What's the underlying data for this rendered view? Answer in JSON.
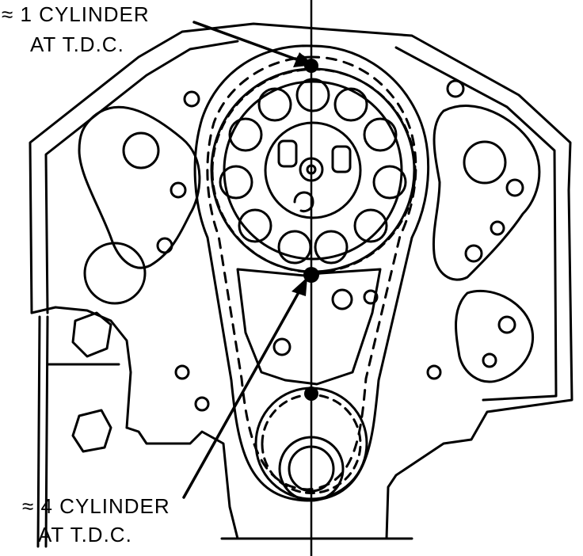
{
  "labels": {
    "top_line1": "≈ 1 CYLINDER",
    "top_line2": "AT T.D.C.",
    "bottom_line1": "≈ 4 CYLINDER",
    "bottom_line2": "AT T.D.C."
  },
  "colors": {
    "ink": "#000000",
    "paper": "#ffffff"
  }
}
